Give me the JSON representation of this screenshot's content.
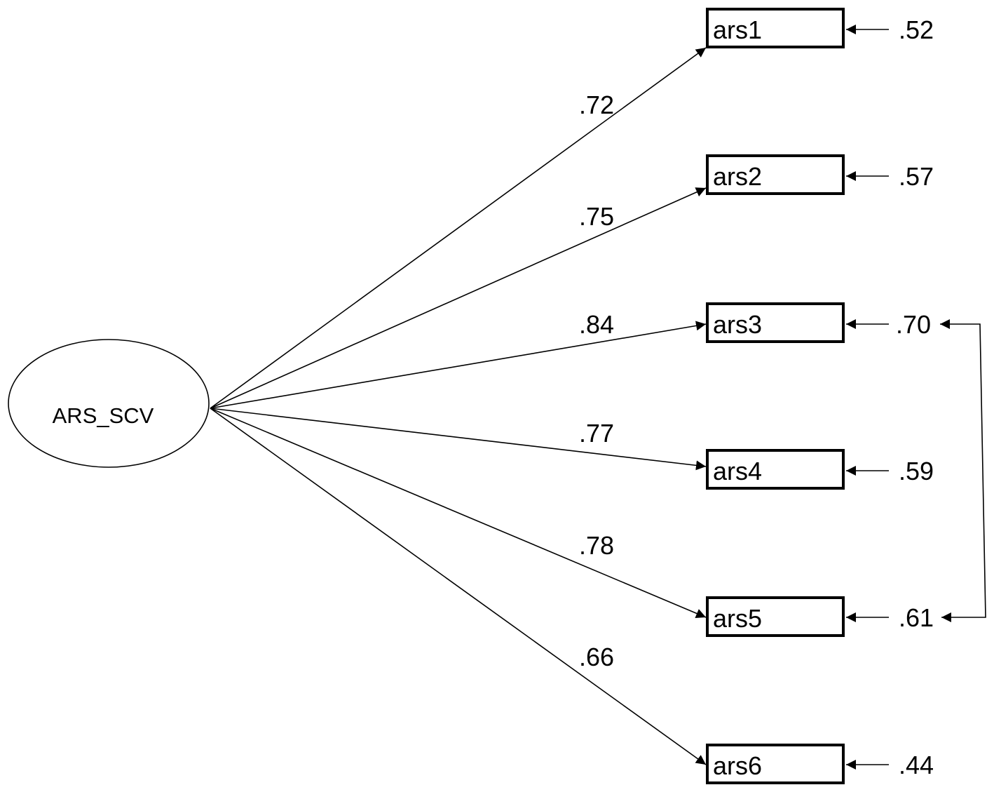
{
  "latent": {
    "label": "ARS_SCV"
  },
  "indicators": [
    {
      "label": "ars1",
      "loading": ".72",
      "error": ".52"
    },
    {
      "label": "ars2",
      "loading": ".75",
      "error": ".57"
    },
    {
      "label": "ars3",
      "loading": ".84",
      "error": ".70"
    },
    {
      "label": "ars4",
      "loading": ".77",
      "error": ".59"
    },
    {
      "label": "ars5",
      "loading": ".78",
      "error": ".61"
    },
    {
      "label": "ars6",
      "loading": ".66",
      "error": ".44"
    }
  ],
  "covariance": {
    "between": [
      "ars3",
      "ars5"
    ]
  }
}
